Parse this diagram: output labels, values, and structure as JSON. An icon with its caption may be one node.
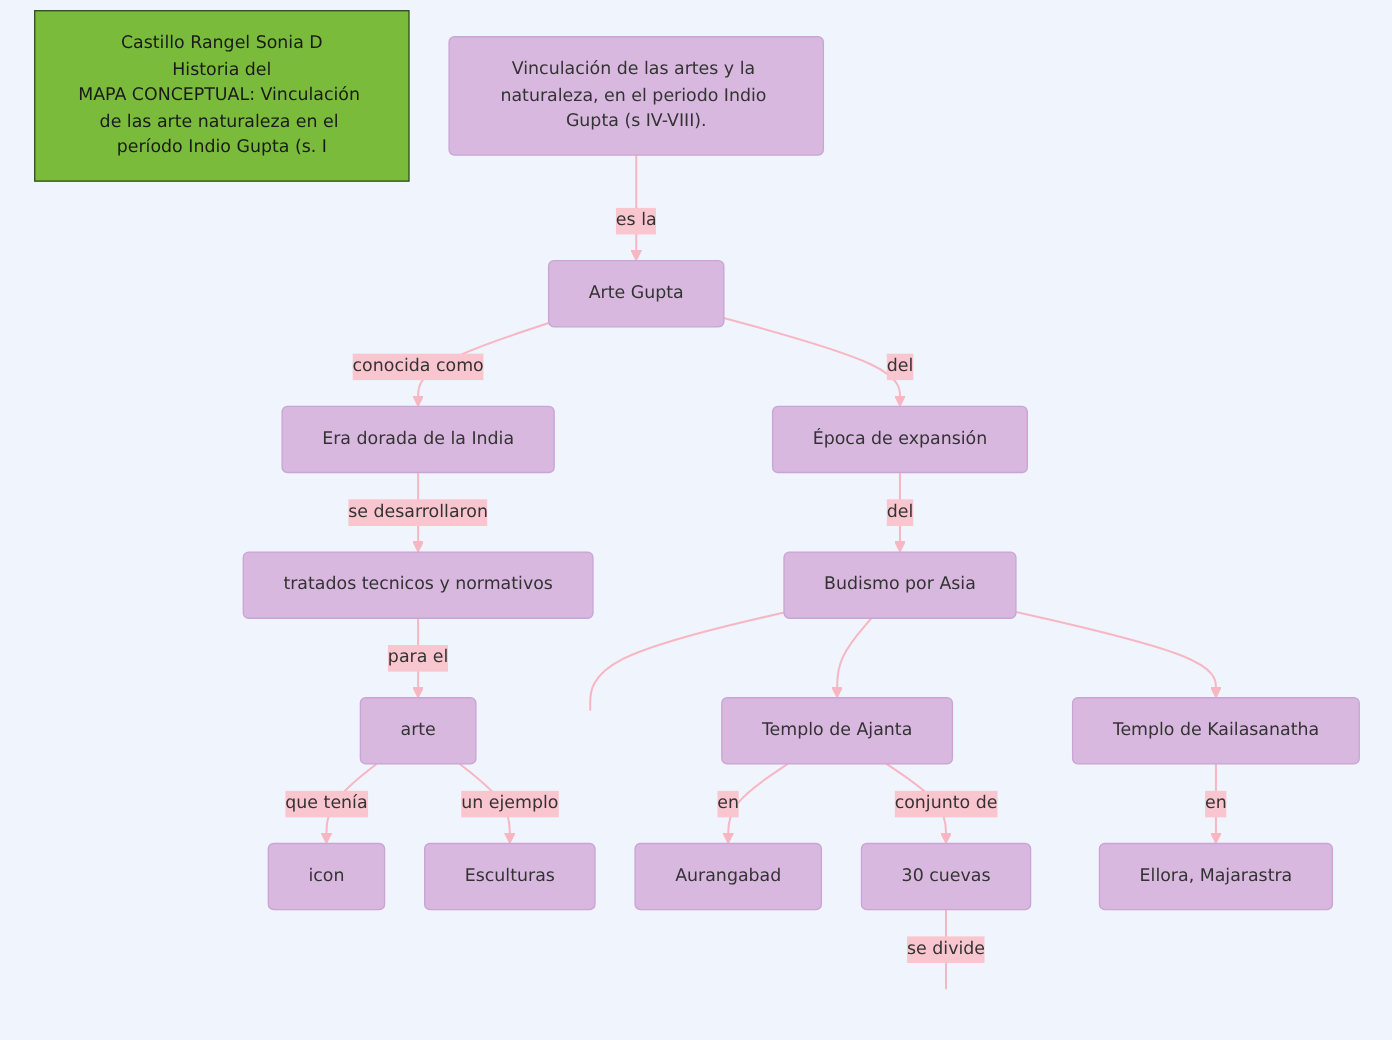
{
  "diagram": {
    "nodes": [
      {
        "text": [
          "Castillo Rangel Sonia D",
          "Historia del",
          "MAPA CONCEPTUAL: Vinculación de las arte naturaleza en el período Indio Gupta (s. I"
        ]
      },
      {
        "text": [
          "Vinculación de las artes y la naturaleza, en el periodo Indio Gupta (s IV-VIII)."
        ]
      },
      {
        "text": [
          "Arte Gupta"
        ]
      },
      {
        "text": [
          "Era dorada de la India"
        ]
      },
      {
        "text": [
          "Época de expansión"
        ]
      },
      {
        "text": [
          "Budismo por Asia"
        ]
      },
      {
        "text": [
          "tratados tecnicos y normativos"
        ]
      },
      {
        "text": [
          "arte"
        ]
      },
      {
        "text": [
          "icon"
        ]
      },
      {
        "text": [
          "Templo de Ajanta"
        ]
      },
      {
        "text": [
          "Aurangabad"
        ]
      },
      {
        "text": [
          "Templo de Kailasanatha"
        ]
      },
      {
        "text": [
          "30 cuevas"
        ]
      },
      {
        "text": [
          "Ellora, Majarastra"
        ]
      },
      {
        "text": [
          "Esculturas"
        ]
      }
    ],
    "edges": [
      {
        "from": 1,
        "to": 2,
        "arrow": "to",
        "label": "es la"
      },
      {
        "from": 2,
        "to": 3,
        "arrow": "to",
        "label": "conocida como"
      },
      {
        "from": 2,
        "to": 4,
        "arrow": "to",
        "label": "del"
      },
      {
        "from": 4,
        "to": 5,
        "arrow": "to",
        "label": "del"
      },
      {
        "from": 3,
        "to": 6,
        "arrow": "to",
        "label": "se desarrollaron"
      },
      {
        "from": 6,
        "to": 7,
        "arrow": "to",
        "label": "para el"
      },
      {
        "from": 7,
        "to": 8,
        "arrow": "to",
        "label": "que tenía"
      },
      {
        "from": 7,
        "to": 14,
        "arrow": "to",
        "label": "un ejemplo"
      },
      {
        "from": 5,
        "to": null,
        "arrow": "none"
      },
      {
        "from": 5,
        "to": 9,
        "arrow": "to"
      },
      {
        "from": 5,
        "to": 11,
        "arrow": "to"
      },
      {
        "from": 9,
        "to": 10,
        "arrow": "to",
        "label": "en"
      },
      {
        "from": 9,
        "to": 12,
        "arrow": "to",
        "label": "conjunto de"
      },
      {
        "from": 11,
        "to": 13,
        "arrow": "to",
        "label": "en"
      },
      {
        "from": 12,
        "to": null,
        "arrow": "none",
        "label": "se divide"
      }
    ]
  }
}
